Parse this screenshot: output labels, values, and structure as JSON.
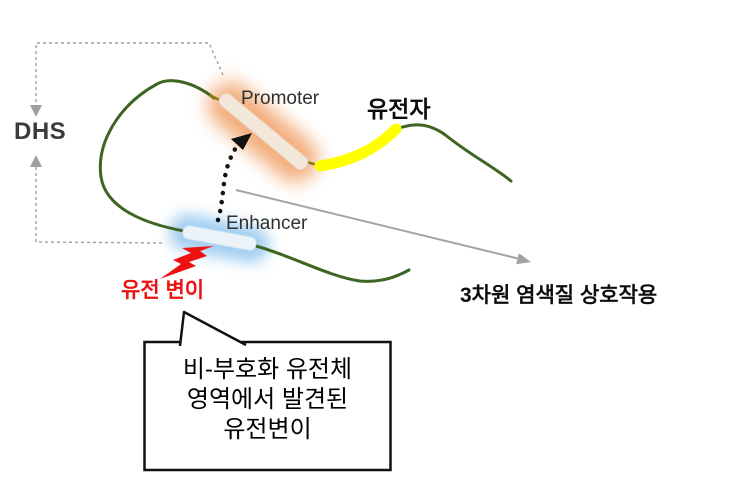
{
  "diagram": {
    "labels": {
      "dhs": "DHS",
      "promoter": "Promoter",
      "enhancer": "Enhancer",
      "gene": "유전자",
      "variant": "유전 변이",
      "interaction_3d": "3차원 염색질 상호작용"
    },
    "callout": {
      "line1": "비-부호화 유전체",
      "line2": "영역에서 발견된",
      "line3": "유전변이"
    },
    "colors": {
      "dna_strand_green": "#3f6522",
      "promoter_glow_orange": "#f09a5a",
      "promoter_bar_fill": "#f3e7da",
      "enhancer_glow_blue": "#92c6ee",
      "enhancer_bar_fill": "#ebf2f8",
      "gene_segment_yellow": "#ffff00",
      "variant_red": "#ee1111",
      "interaction_arrow_gray": "#a3a3a3",
      "dashed_bracket_gray": "#9e9e9e",
      "dotted_arrow_black": "#111111",
      "text_dark": "#262626"
    }
  }
}
